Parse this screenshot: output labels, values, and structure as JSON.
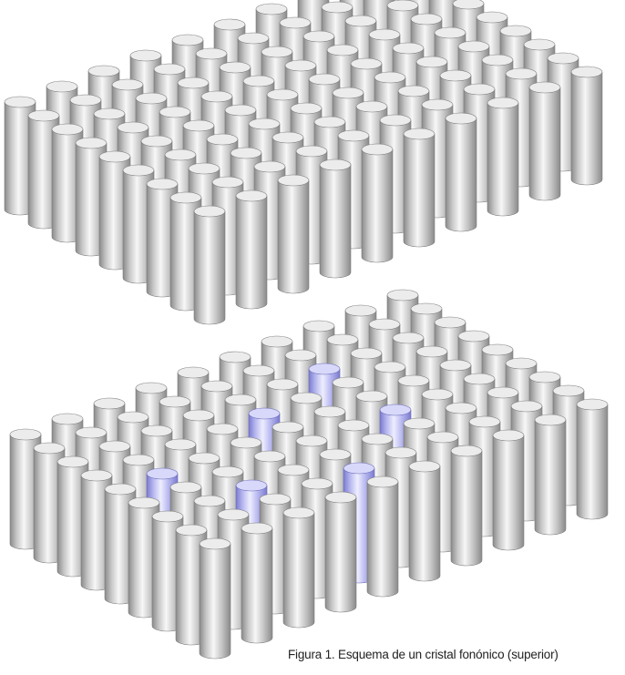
{
  "figure": {
    "caption": "Figura 1.  Esquema de un cristal fonónico (superior)",
    "colors": {
      "rod_light": "#f7f7f7",
      "rod_mid": "#c8c8c8",
      "rod_dark": "#8a8a8a",
      "defect_light": "#eeeeff",
      "defect_mid": "#b8b8f0",
      "defect_dark": "#7a7ad0"
    },
    "panels": [
      {
        "name": "perfect-crystal",
        "rows": 9,
        "cols": 10,
        "defects": []
      },
      {
        "name": "crystal-with-defects",
        "rows": 9,
        "cols": 10,
        "defects": [
          [
            1,
            4
          ],
          [
            2,
            2
          ],
          [
            3,
            6
          ],
          [
            4,
            1
          ],
          [
            5,
            4
          ],
          [
            6,
            6
          ]
        ]
      }
    ]
  }
}
